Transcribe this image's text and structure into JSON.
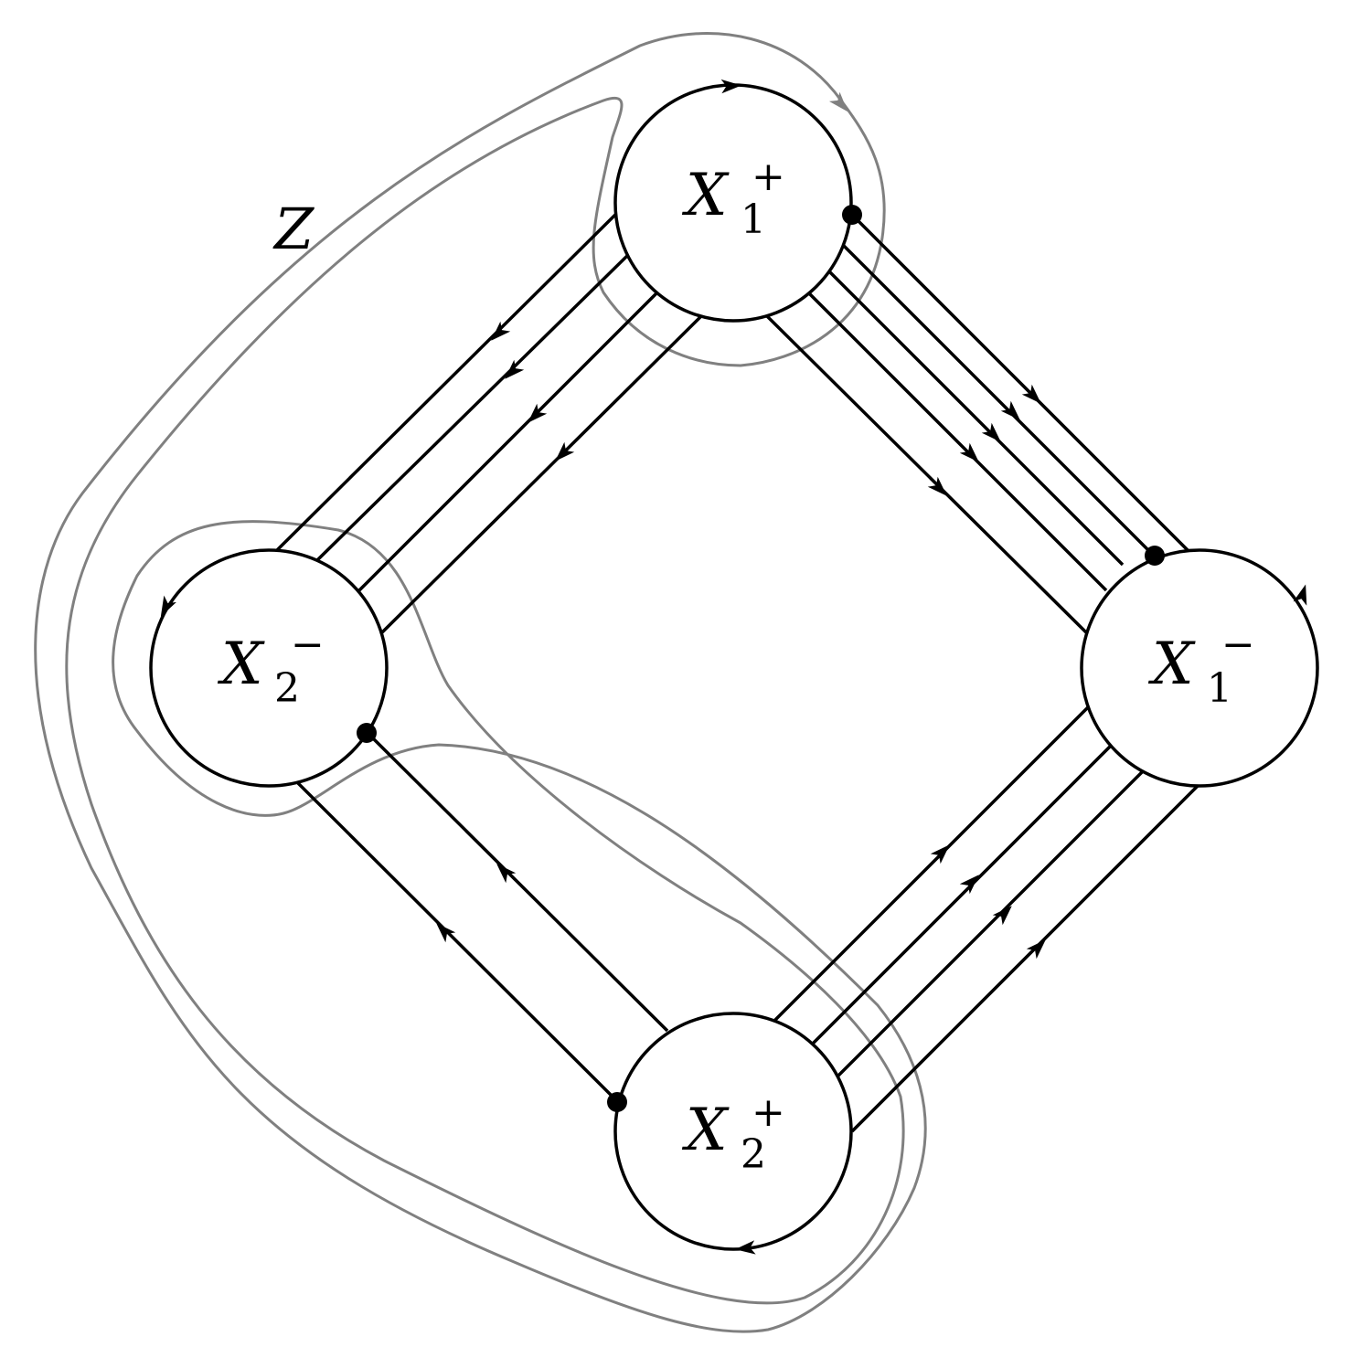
{
  "diagram": {
    "region_label": "Z",
    "nodes": {
      "x1_plus": {
        "base": "X",
        "sub": "1",
        "sup": "+"
      },
      "x1_minus": {
        "base": "X",
        "sub": "1",
        "sup": "−"
      },
      "x2_plus": {
        "base": "X",
        "sub": "2",
        "sup": "+"
      },
      "x2_minus": {
        "base": "X",
        "sub": "2",
        "sup": "−"
      }
    },
    "edge_counts": {
      "x1_plus_to_x2_minus": 4,
      "x1_plus_to_x1_minus": 5,
      "x2_plus_to_x1_minus": 4,
      "x2_plus_to_x2_minus": 2
    },
    "colors": {
      "stroke": "#000000",
      "region_outline": "#808080",
      "background": "#ffffff"
    }
  }
}
